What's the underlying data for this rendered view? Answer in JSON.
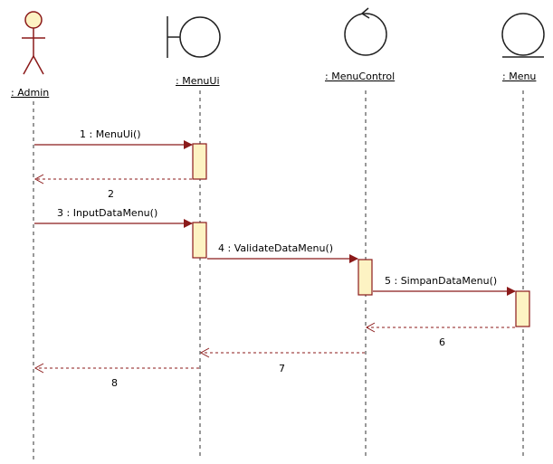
{
  "lifelines": [
    {
      "id": "admin",
      "label": ": Admin",
      "kind": "actor"
    },
    {
      "id": "menuui",
      "label": ": MenuUi",
      "kind": "boundary"
    },
    {
      "id": "menucontrol",
      "label": ": MenuControl",
      "kind": "control"
    },
    {
      "id": "menu",
      "label": ": Menu",
      "kind": "entity"
    }
  ],
  "messages": [
    {
      "label": "1 : MenuUi()",
      "from": "admin",
      "to": "menuui",
      "type": "call"
    },
    {
      "label": "2",
      "from": "menuui",
      "to": "admin",
      "type": "return"
    },
    {
      "label": "3 : InputDataMenu()",
      "from": "admin",
      "to": "menuui",
      "type": "call"
    },
    {
      "label": "4 : ValidateDataMenu()",
      "from": "menuui",
      "to": "menucontrol",
      "type": "call"
    },
    {
      "label": "5 : SimpanDataMenu()",
      "from": "menucontrol",
      "to": "menu",
      "type": "call"
    },
    {
      "label": "6",
      "from": "menu",
      "to": "menucontrol",
      "type": "return"
    },
    {
      "label": "7",
      "from": "menucontrol",
      "to": "menuui",
      "type": "return"
    },
    {
      "label": "8",
      "from": "menuui",
      "to": "admin",
      "type": "return"
    }
  ],
  "colors": {
    "line": "#8b1a1a",
    "activation_fill": "#fdf3c3",
    "activation_stroke": "#8b1a1a",
    "actor_fill": "#fdf3c3"
  }
}
